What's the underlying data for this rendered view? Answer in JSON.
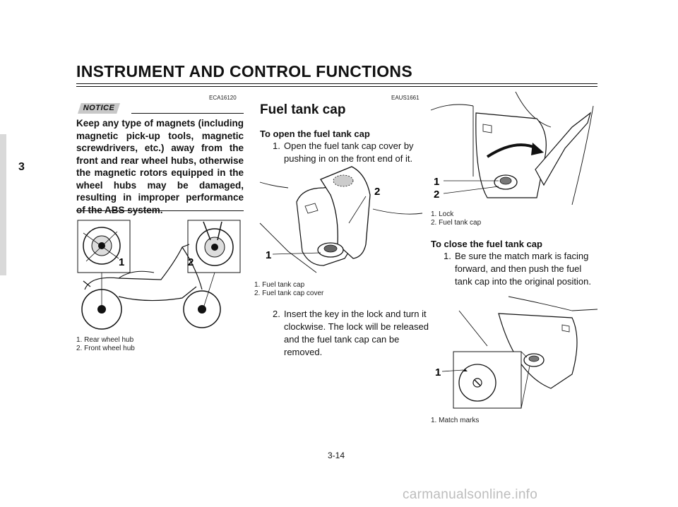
{
  "header": {
    "title": "INSTRUMENT AND CONTROL FUNCTIONS"
  },
  "chapter_tab": "3",
  "left_column": {
    "code": "ECA16120",
    "notice_label": "NOTICE",
    "notice_text": "Keep any type of magnets (including magnetic pick-up tools, magnetic screwdrivers, etc.) away from the front and rear wheel hubs, otherwise the magnetic rotors equipped in the wheel hubs may be damaged, resulting in improper performance of the ABS system.",
    "figure": {
      "callout_1": "1",
      "callout_2": "2"
    },
    "captions": [
      "1. Rear wheel hub",
      "2. Front wheel hub"
    ]
  },
  "middle_column": {
    "code": "EAUS1661",
    "title": "Fuel tank cap",
    "subheading": "To open the fuel tank cap",
    "step1": {
      "num": "1.",
      "text": "Open the fuel tank cap cover by pushing in on the front end of it."
    },
    "figure": {
      "callout_1": "1",
      "callout_2": "2"
    },
    "captions": [
      "1. Fuel tank cap",
      "2. Fuel tank cap cover"
    ],
    "step2": {
      "num": "2.",
      "text": "Insert the key in the lock and turn it clockwise. The lock will be released and the fuel tank cap can be removed."
    }
  },
  "right_column": {
    "figure_top": {
      "callout_1": "1",
      "callout_2": "2"
    },
    "captions_top": [
      "1. Lock",
      "2. Fuel tank cap"
    ],
    "subheading": "To close the fuel tank cap",
    "step1": {
      "num": "1.",
      "text": "Be sure the match mark is facing forward, and then push the fuel tank cap into the original position."
    },
    "figure_bottom": {
      "callout_1": "1"
    },
    "captions_bottom": [
      "1. Match marks"
    ]
  },
  "footer": {
    "page_number": "3-14"
  },
  "watermark": "carmanualsonline.info"
}
